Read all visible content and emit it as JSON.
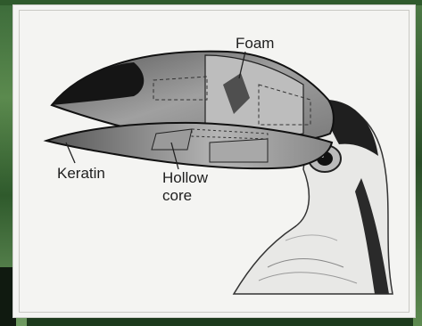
{
  "labels": {
    "foam": "Foam",
    "keratin": "Keratin",
    "hollow_line1": "Hollow",
    "hollow_line2": "core"
  },
  "colors": {
    "background": "#f4f4f2",
    "ink": "#1e1e1e",
    "beak_dark": "#1a1a1a",
    "beak_mid": "#8a8a8a",
    "beak_light": "#cfcfcf"
  }
}
